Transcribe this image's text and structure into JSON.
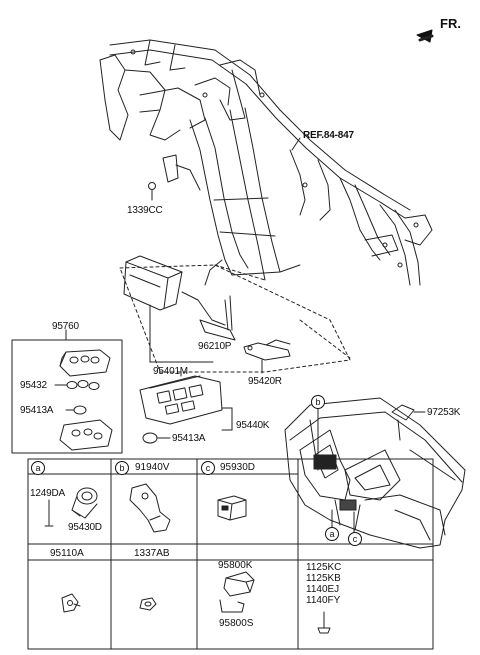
{
  "direction_label": "FR.",
  "ref_label": "REF.84-847",
  "callouts": {
    "bolt_1339cc": "1339CC",
    "remote_kit": "95760",
    "ecu": "96210P",
    "key_module": "95401M",
    "antenna": "95420R",
    "fob_part_a": "95432",
    "fob_part_b": "95413A",
    "smart_key": "95440K",
    "battery": "95413A",
    "sensor": "97253K"
  },
  "dash_markers": {
    "b": "b",
    "a": "a",
    "c": "c"
  },
  "grid": {
    "row1": [
      {
        "marker": "a",
        "label": "",
        "parts": [
          "1249DA",
          "95430D"
        ]
      },
      {
        "marker": "b",
        "label": "91940V",
        "parts": []
      },
      {
        "marker": "c",
        "label": "95930D",
        "parts": []
      }
    ],
    "row2": [
      {
        "label": "95110A"
      },
      {
        "label": "1337AB"
      },
      {
        "label": "95800K",
        "sub": "95800S"
      },
      {
        "lines": [
          "1125KC",
          "1125KB",
          "1140EJ",
          "1140FY"
        ]
      }
    ]
  }
}
